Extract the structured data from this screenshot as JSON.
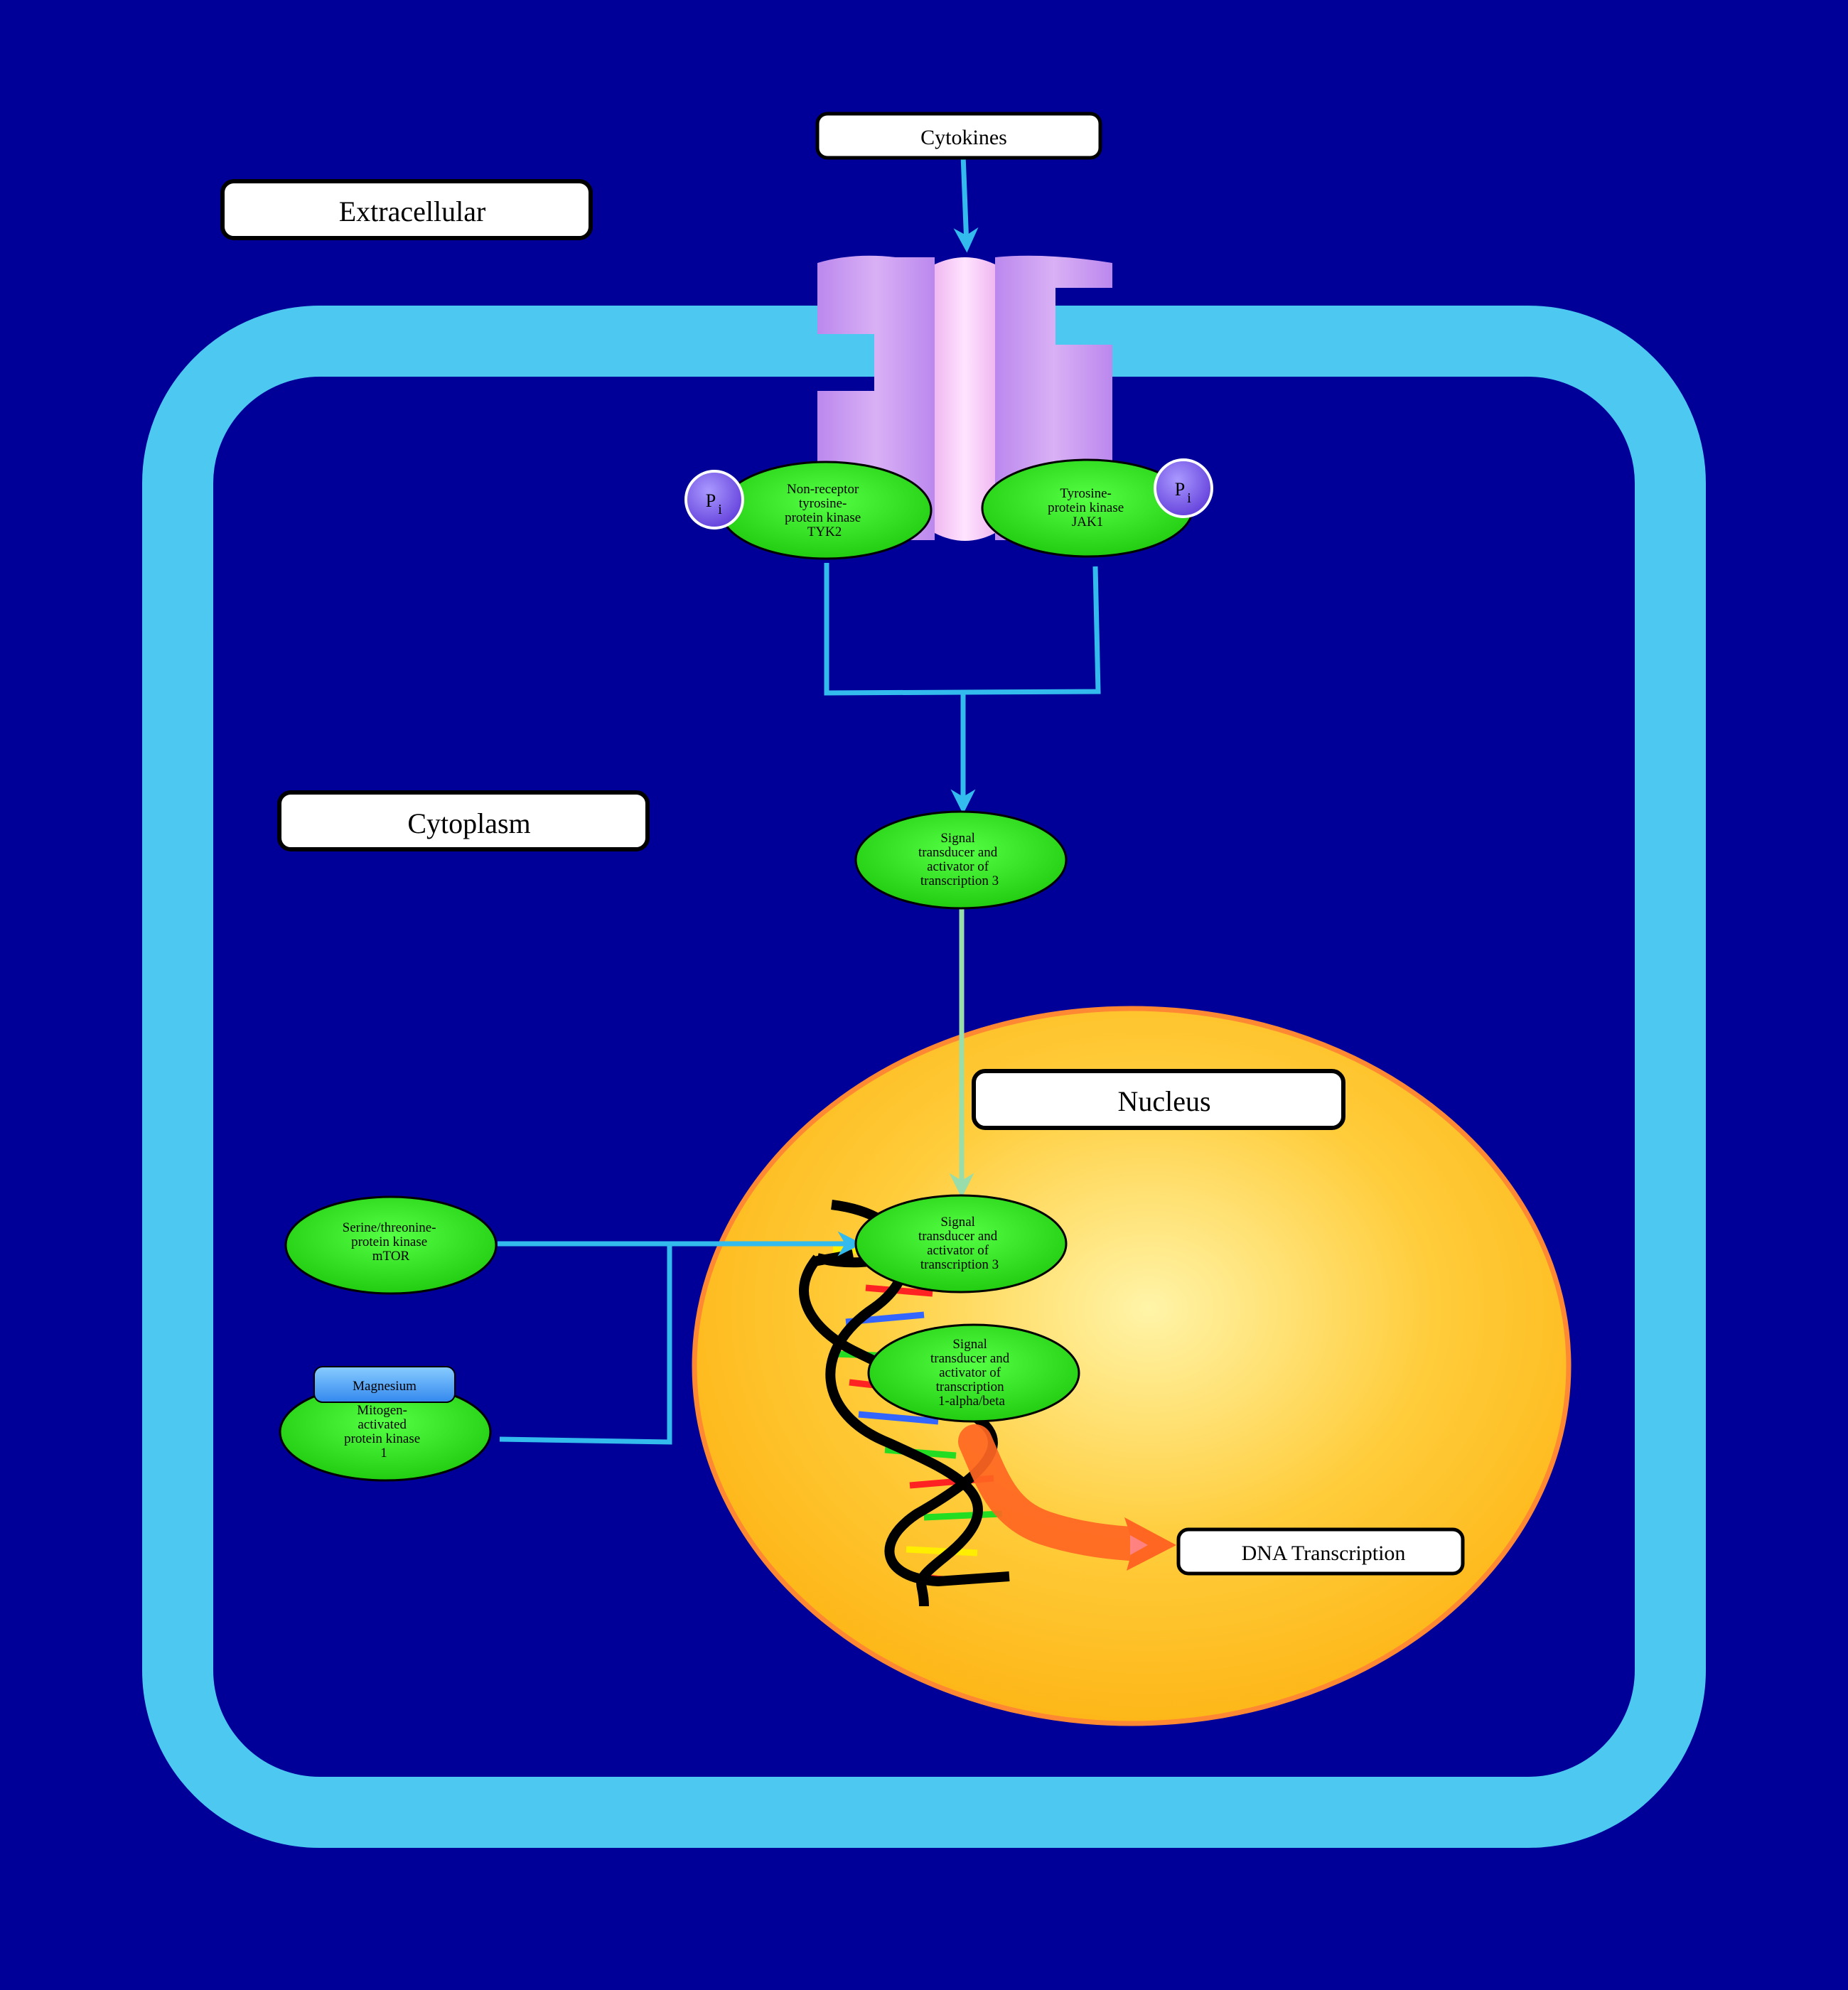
{
  "labels": {
    "cytokines": "Cytokines",
    "extracellular": "Extracellular",
    "cytoplasm": "Cytoplasm",
    "nucleus": "Nucleus",
    "dna_transcription": "DNA Transcription"
  },
  "nodes": {
    "tyk2": [
      "Non-receptor",
      "tyrosine-",
      "protein kinase",
      "TYK2"
    ],
    "jak1": [
      "Tyrosine-",
      "protein kinase",
      "JAK1"
    ],
    "stat3_cyto": [
      "Signal",
      "transducer and",
      "activator of",
      "transcription 3"
    ],
    "stat3_nuc": [
      "Signal",
      "transducer and",
      "activator of",
      "transcription 3"
    ],
    "stat1": [
      "Signal",
      "transducer and",
      "activator of",
      "transcription",
      "1-alpha/beta"
    ],
    "mtor": [
      "Serine/threonine-",
      "protein kinase",
      "mTOR"
    ],
    "mapk1": [
      "Mitogen-",
      "activated",
      "protein kinase",
      "1"
    ]
  },
  "badges": {
    "phosphate_letter": "P",
    "phosphate_sub": "i",
    "magnesium": "Magnesium"
  },
  "colors": {
    "background": "#000099",
    "membrane": "#4DC8F0",
    "protein": "#33EE22",
    "nucleus": "#FDB515",
    "arrow": "#33BBEE",
    "receptor": "#CC99EE",
    "transcription_arrow": "#FF6622"
  }
}
